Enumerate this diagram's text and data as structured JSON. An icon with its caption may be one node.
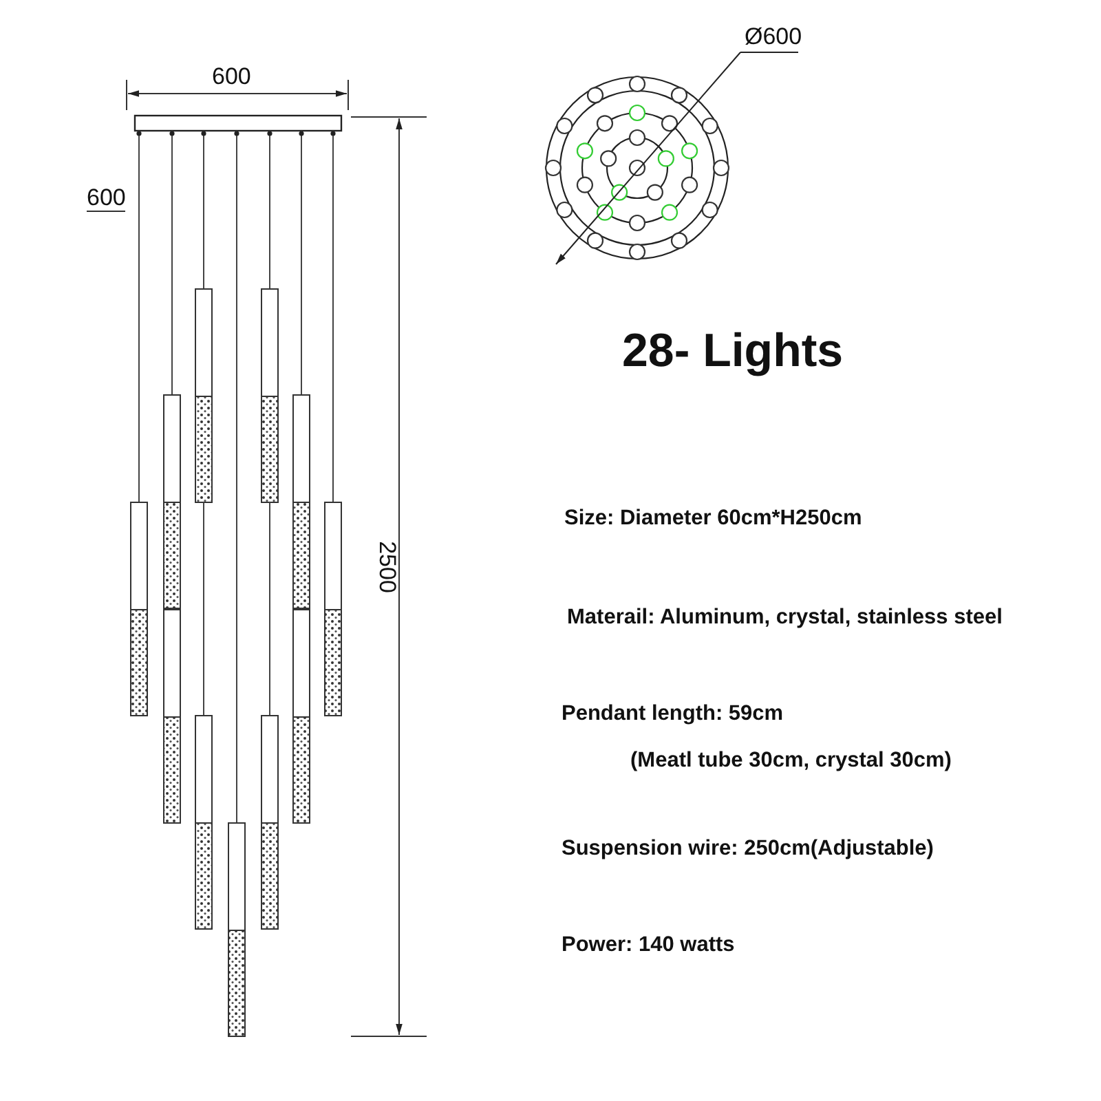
{
  "diagram": {
    "title": "28- Lights",
    "labels": [
      "600",
      "600",
      "2500",
      "Ø600",
      "Size: Diameter 60cm*H250cm",
      "Materail: Aluminum, crystal, stainless steel",
      "Pendant length: 59cm",
      "(Meatl tube 30cm, crystal 30cm)",
      "Suspension wire: 250cm(Adjustable)",
      "Power: 140 watts"
    ]
  }
}
